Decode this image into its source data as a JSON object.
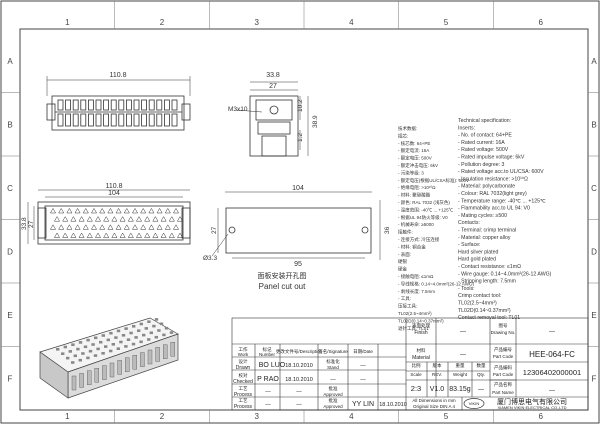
{
  "frame": {
    "top_zones": [
      "1",
      "2",
      "3",
      "4",
      "5",
      "6"
    ],
    "side_zones": [
      "A",
      "B",
      "C",
      "D",
      "E",
      "F"
    ]
  },
  "views": {
    "front": {
      "width": "110.8"
    },
    "side": {
      "width": "33.8",
      "inner": "27",
      "screw": "M3x10",
      "dims": [
        "10.2",
        "38.9",
        "1.2"
      ]
    },
    "top": {
      "width": "110.8",
      "inner": "104",
      "height_outer": "33.8",
      "height_inner": "27"
    },
    "cutout": {
      "width": "104",
      "inner_width": "95",
      "height_outer": "36",
      "height_inner": "27",
      "hole": "Ø3.3",
      "caption_cn": "面板安装开孔图",
      "caption_en": "Panel cut out"
    }
  },
  "spec_cn": [
    "技术数据:",
    "插芯:",
    "- 核芯数: 64+PE",
    "- 额定电流: 16A",
    "- 额定电压: 500V",
    "- 额定冲击电压: 6kV",
    "- 污染等级: 3",
    "- 额定电压(根据UL/CSA标准): 600V",
    "- 绝缘电阻: >10¹⁰Ω",
    "- 材料: 聚碳酸酯",
    "- 颜色: RAL 7032 (浅灰色)",
    "- 温度范围: -40℃ ... +125℃",
    "- 根据UL 94防火等级: V0",
    "- 机械寿命: ≥5000",
    "接触件:",
    "- 连接方式: 冷压连接",
    "- 材料: 铜合金",
    "- 表面:",
    "  硬银",
    "  硬金",
    "- 接触电阻: ≤1mΩ",
    "- 导线规格: 0.14~4.0mm²(26-12 AWG)",
    "- 剥线长度: 7.5mm",
    "- 工具:",
    "  压接工具:",
    "  TL02(2.5~4mm²)",
    "  TL02D(0.14~0.37mm²)",
    "  退针工具: TL01"
  ],
  "spec_en": [
    "Technical specification:",
    "Inserts:",
    "- No. of contact: 64+PE",
    "- Rated current: 16A",
    "- Rated voltage: 500V",
    "- Rated impulse voltage: 6kV",
    "- Pollution degree: 3",
    "- Rated voltage acc.to UL/CSA: 600V",
    "- Insulation resistance: >10¹⁰Ω",
    "- Material: polycarbonate",
    "- Colour: RAL 7032(light grey)",
    "- Temperature range: -40℃ ... +125℃",
    "- Flammability acc.to UL 94: V0",
    "- Mating cycles: ≥500",
    "Contacts:",
    "- Terminal: crimp terminal",
    "- Material: copper alloy",
    "- Surface:",
    "   Hard silver plated",
    "   Hard gold plated",
    "- Contact resistance: ≤1mΩ",
    "- Wire gauge: 0.14~4.0mm²(26-12 AWG)",
    "- Stripping length: 7.5mm",
    "- Tools:",
    "   Crimp contact tool:",
    "   TL02(2.5~4mm²)",
    "   TL02D(0.14~0.37mm²)",
    "   Contact removal tool: TL01"
  ],
  "title_block": {
    "hdr_work_cn": "工作",
    "hdr_work_en": "Work",
    "hdr_num_cn": "标记",
    "hdr_num_en": "Number",
    "hdr_desc": "更改文件号/Description",
    "hdr_sig": "签名/Signature",
    "hdr_date": "日期/Date",
    "drawn_cn": "设计",
    "drawn_en": "Drawn",
    "drawn_name": "BO LUO",
    "drawn_date": "18.10.2010",
    "checked_cn": "校对",
    "checked_en": "Checked",
    "checked_name": "P RAO",
    "checked_date": "18.10.2010",
    "process_cn": "工艺",
    "process_en": "Process",
    "process_val": "—",
    "stand_cn": "标准化",
    "stand_en": "Stand",
    "stand_val": "—",
    "approved_cn": "批准",
    "approved_en": "Approved",
    "approved_name": "YY LIN",
    "approved_date": "18.10.2010",
    "finish_cn": "表面处理",
    "finish_en": "Finish",
    "finish_val": "—",
    "material_cn": "材料",
    "material_en": "Material",
    "material_val": "—",
    "drawing_no_cn": "图号",
    "drawing_no_en": "Drawing No.",
    "part_code_cn": "产品编号",
    "part_code_en": "Part Code",
    "part_code": "HEE-064-FC",
    "serial_cn": "产品编码",
    "serial_en": "Part Code",
    "serial": "12306402000001",
    "scale_cn": "比例",
    "scale_en": "Scale",
    "scale": "2:3",
    "rev_cn": "版本",
    "rev_en": "REV.",
    "rev": "V1.0",
    "weight_cn": "重量",
    "weight_en": "Weight",
    "weight": "83.15g",
    "qty_cn": "数量",
    "qty_en": "Qty.",
    "qty": "—",
    "part_no_cn": "产品名称",
    "part_no_en": "Part Name",
    "part_no_val": "—",
    "note_line1": "All Dimensions in mm",
    "note_line2": "Original Size DIN A 4",
    "company_cn": "厦门博思电气有限公司",
    "company_en": "XIAMEN VIKIN ELECTRICAL CO.,LTD",
    "logo": "VIKIN"
  }
}
